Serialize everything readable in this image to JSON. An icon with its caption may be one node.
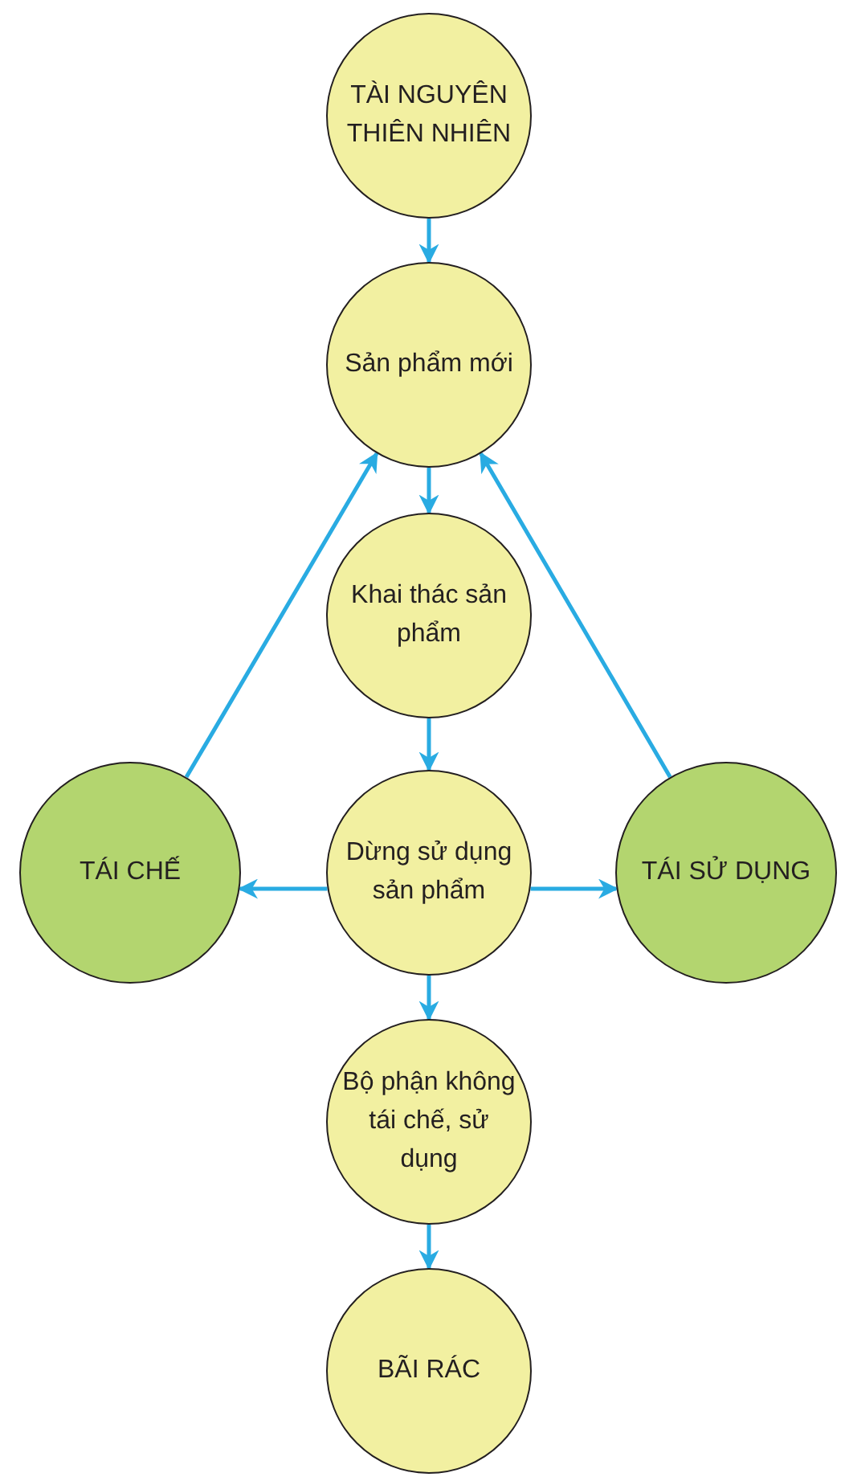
{
  "diagram": {
    "nodes": [
      {
        "text": [
          "TÀI NGUYÊN THIÊN NHIÊN"
        ]
      },
      {
        "text": [
          "Sản phẩm mới"
        ]
      },
      {
        "text": [
          "Khai thác sản phẩm"
        ]
      },
      {
        "text": [
          "TÁI CHẾ"
        ]
      },
      {
        "text": [
          "Dừng sử dụng sản phẩm"
        ]
      },
      {
        "text": [
          "TÁI SỬ DỤNG"
        ]
      },
      {
        "text": [
          "Bộ phận không tái chế, sử dụng"
        ]
      },
      {
        "text": [
          "BÃI RÁC"
        ]
      }
    ],
    "edges": [
      {
        "from": 0,
        "to": 1,
        "arrow": "to"
      },
      {
        "from": 1,
        "to": 2,
        "arrow": "to"
      },
      {
        "from": 2,
        "to": 4,
        "arrow": "to"
      },
      {
        "from": 4,
        "to": 3,
        "arrow": "to"
      },
      {
        "from": 4,
        "to": 5,
        "arrow": "to"
      },
      {
        "from": 4,
        "to": 6,
        "arrow": "to"
      },
      {
        "from": 6,
        "to": 7,
        "arrow": "to"
      },
      {
        "from": 3,
        "to": 1,
        "arrow": "to"
      },
      {
        "from": 5,
        "to": 1,
        "arrow": "to"
      }
    ]
  }
}
